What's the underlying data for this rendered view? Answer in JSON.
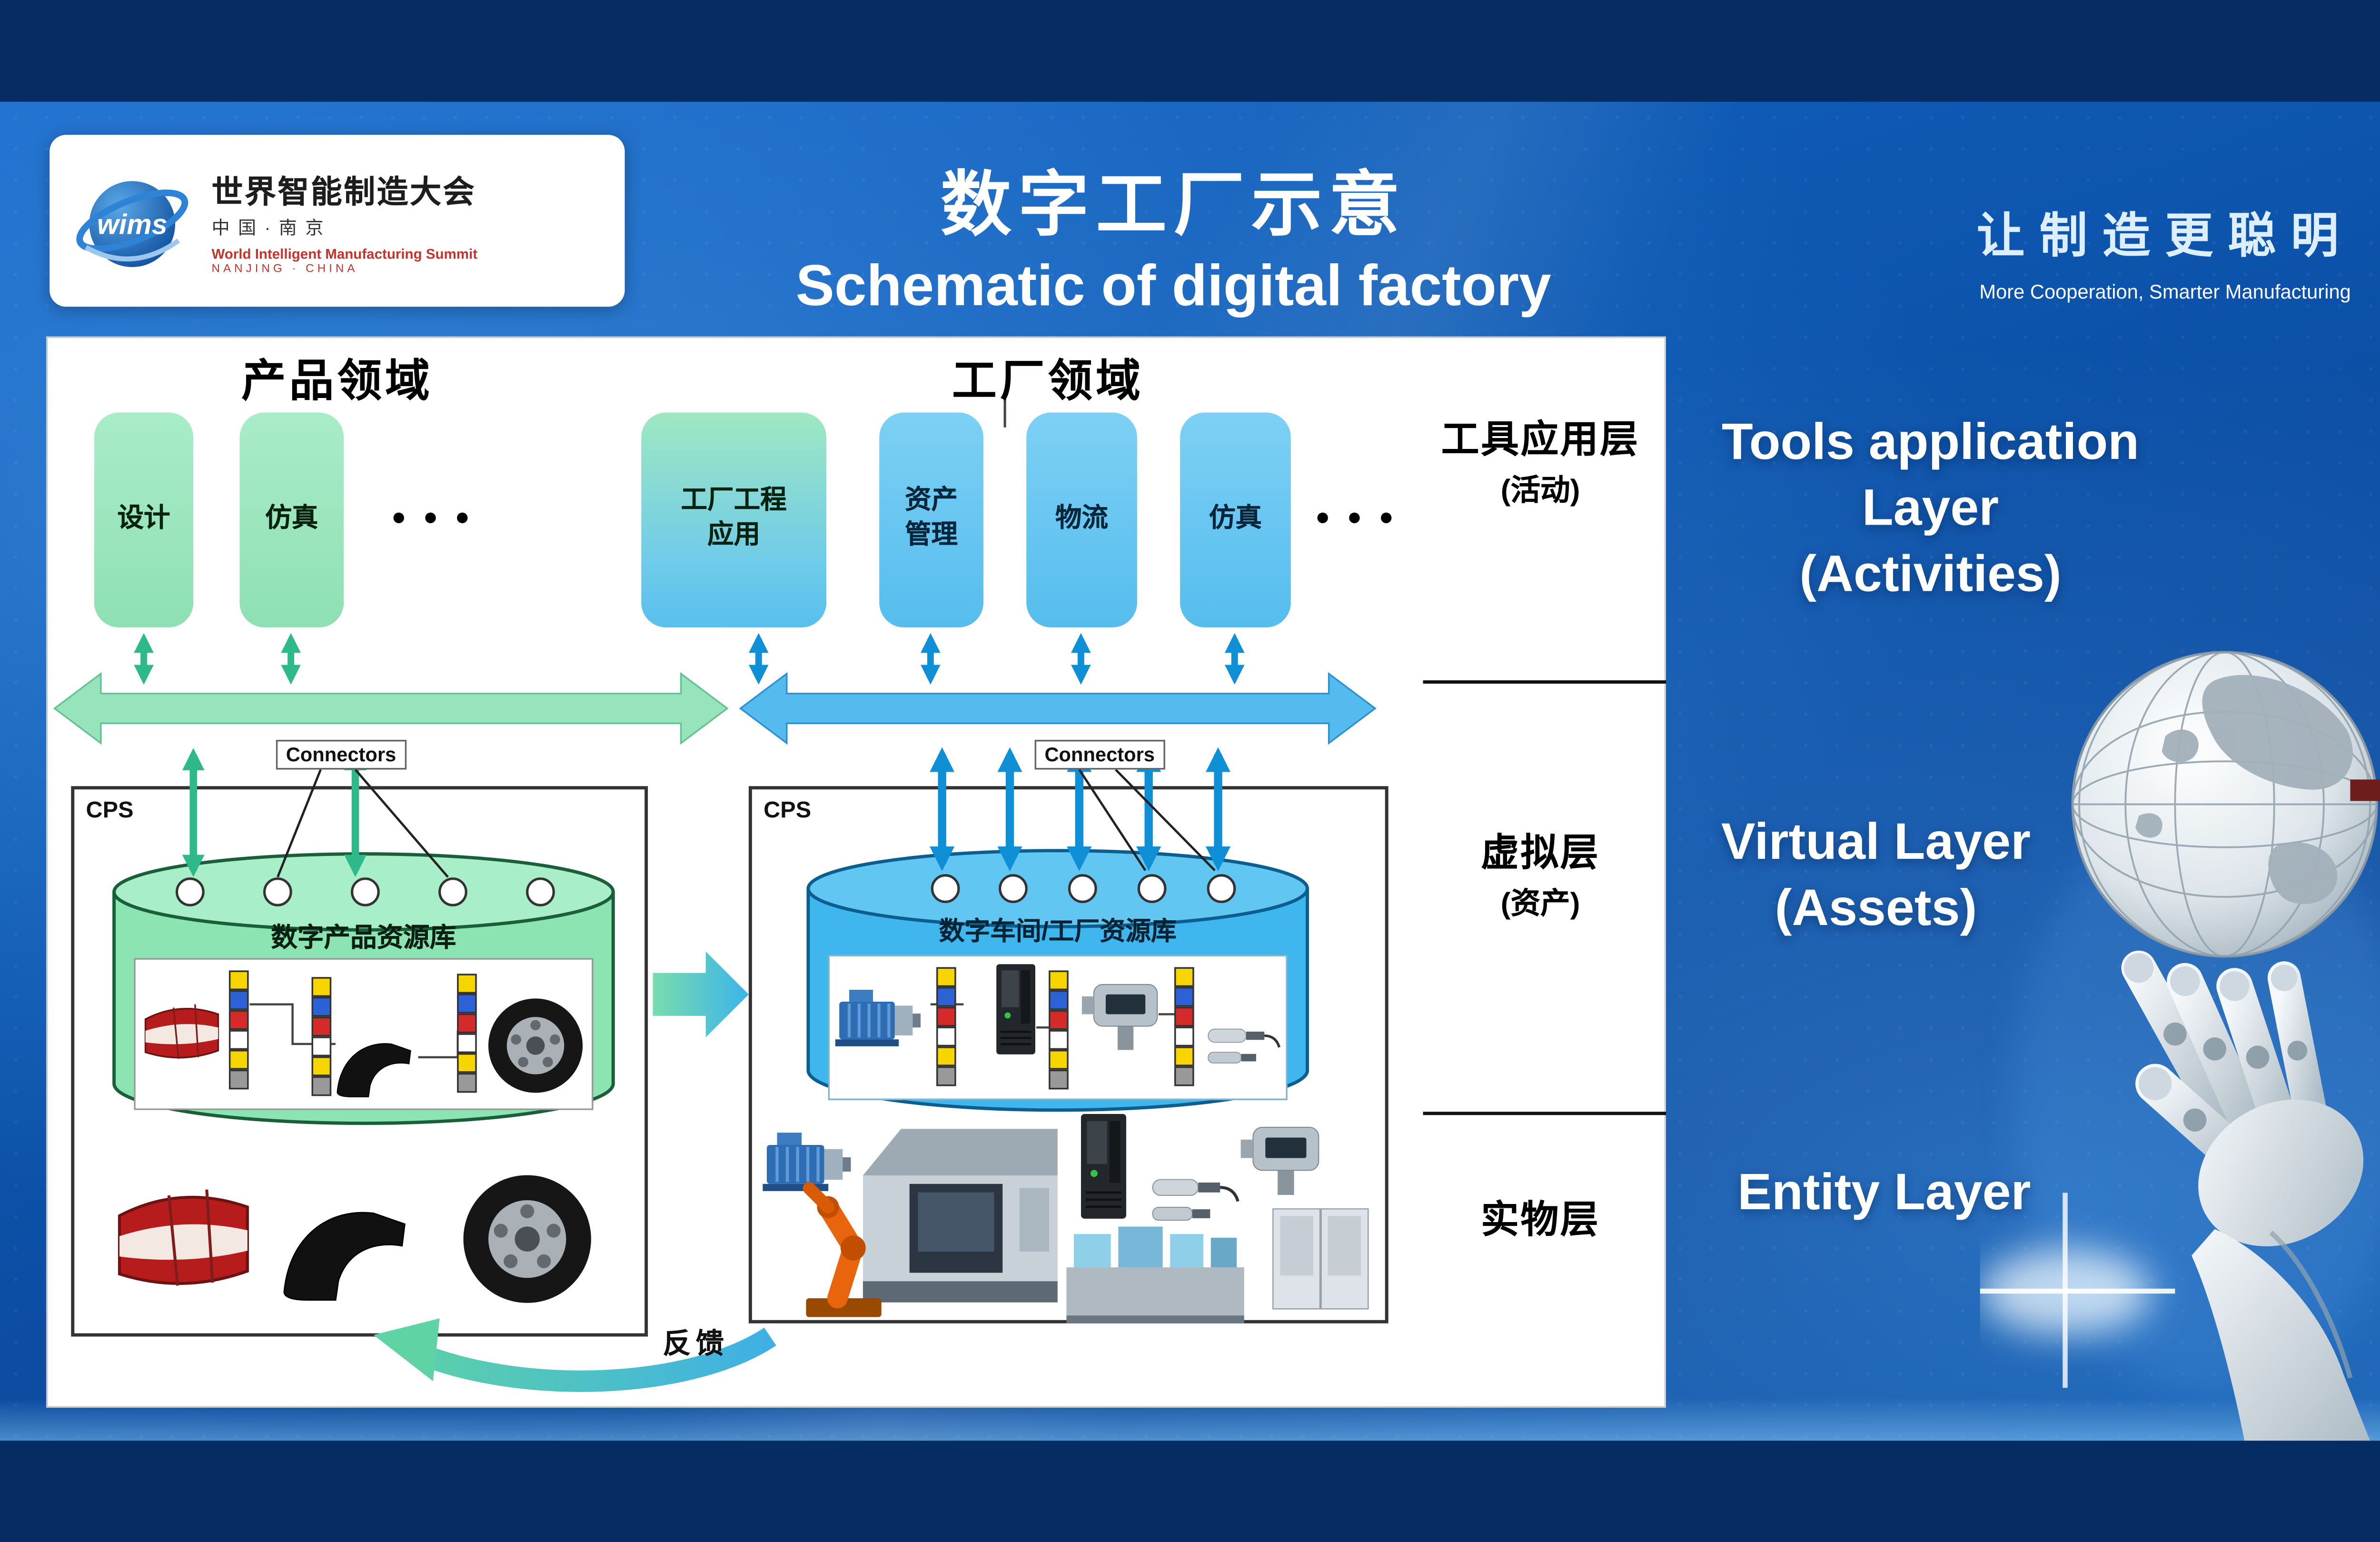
{
  "header": {
    "logo": {
      "brand": "wims",
      "name_cn": "世界智能制造大会",
      "location_cn": "中国·南京",
      "name_en": "World Intelligent Manufacturing Summit",
      "location_en": "NANJING · CHINA"
    },
    "title_cn": "数字工厂示意",
    "title_en": "Schematic of digital factory",
    "slogan_cn": "让制造更聪明",
    "slogan_en": "More Cooperation, Smarter Manufacturing"
  },
  "diagram": {
    "product_domain_label": "产品领域",
    "factory_domain_label": "工厂领域",
    "product_tools": [
      "设计",
      "仿真"
    ],
    "bridge_tool": "工厂工程应用",
    "factory_tools": [
      "资产管理",
      "物流",
      "仿真"
    ],
    "ellipsis": "● ● ●",
    "connectors_label": "Connectors",
    "cps_label": "CPS",
    "product_repository_label": "数字产品资源库",
    "factory_repository_label": "数字车间/工厂资源库",
    "feedback_label": "反馈",
    "layers": [
      {
        "cn": "工具应用层",
        "note": "(活动)"
      },
      {
        "cn": "虚拟层",
        "note": "(资产)"
      },
      {
        "cn": "实物层",
        "note": ""
      }
    ]
  },
  "right_labels": {
    "tools": [
      "Tools application",
      "Layer",
      "(Activities)"
    ],
    "virtual": [
      "Virtual Layer",
      "(Assets)"
    ],
    "entity": "Entity Layer"
  },
  "colors": {
    "product_green": "#8fdcae",
    "factory_blue": "#45b6ea",
    "slide_blue": "#0d55ae"
  }
}
